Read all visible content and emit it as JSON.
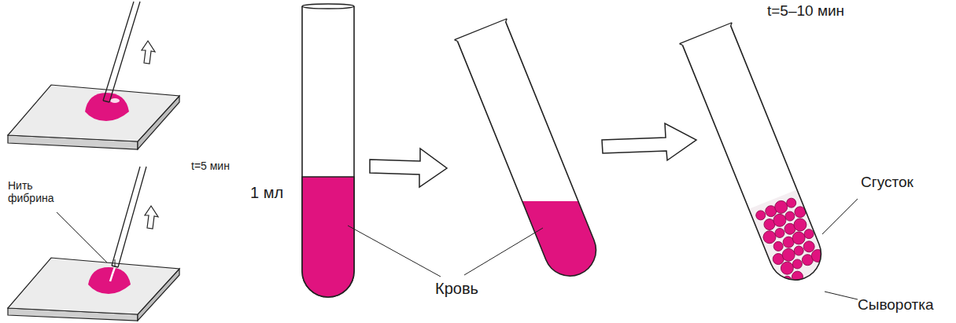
{
  "diagram": {
    "labels": [
      "Нить фибрина",
      "t=5 мин",
      "1 мл",
      "Кровь",
      "t=5–10 мин",
      "Сгусток",
      "Сыворотка"
    ]
  }
}
